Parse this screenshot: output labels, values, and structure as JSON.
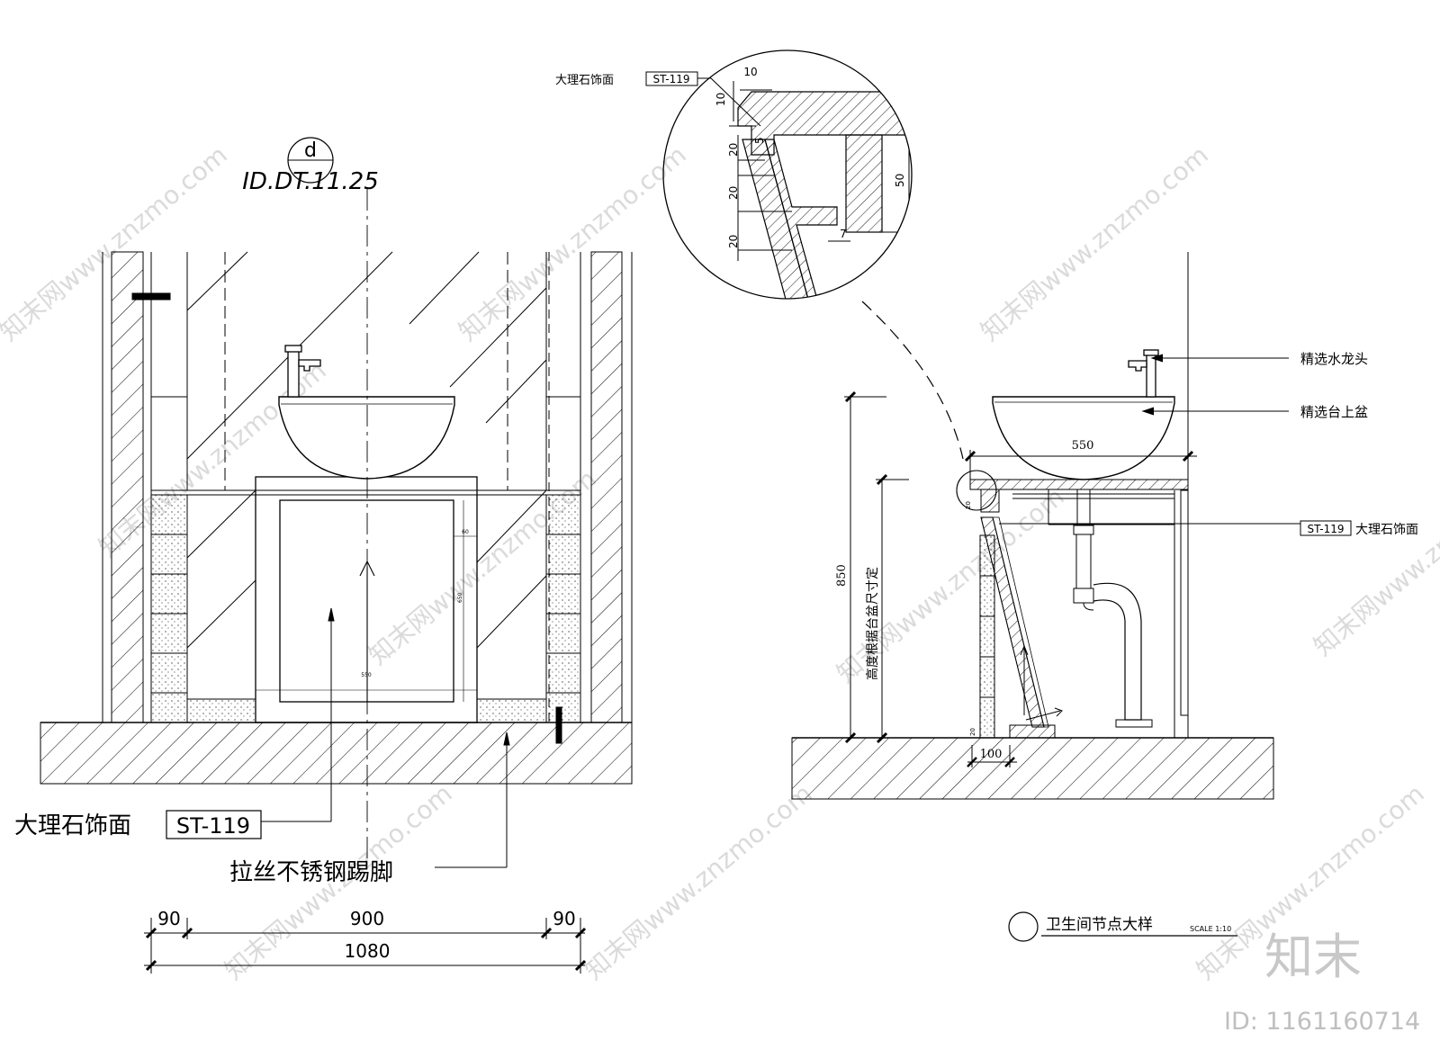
{
  "elevation": {
    "ref_letter": "d",
    "ref_code": "ID.DT.11.25",
    "marble_label": "大理石饰面",
    "marble_code": "ST-119",
    "kick_label": "拉丝不锈钢踢脚",
    "dims": {
      "left": "90",
      "mid": "900",
      "right": "90",
      "total": "1080"
    },
    "small_dims": {
      "panel_w": "550",
      "panel_h": "650",
      "margin": "60"
    }
  },
  "detail": {
    "marble_label": "大理石饰面",
    "marble_code": "ST-119",
    "dims": {
      "top": "10",
      "side": "10",
      "a": "20",
      "b": "20",
      "c": "20",
      "gap": "5",
      "thick": "50",
      "offset": "7"
    }
  },
  "section": {
    "faucet_label": "精选水龙头",
    "basin_label": "精选台上盆",
    "marble_code": "ST-119",
    "marble_label": "大理石饰面",
    "width": "550",
    "height": "850",
    "height_note": "高度根据台盆尺寸定",
    "toe": "100",
    "toe_small": "20",
    "edge_small": "20"
  },
  "title": {
    "text": "卫生间节点大样",
    "scale": "SCALE 1:10"
  },
  "watermark": {
    "brand": "知末",
    "id": "ID: 1161160714",
    "site": "知末网www.znzmo.com"
  }
}
